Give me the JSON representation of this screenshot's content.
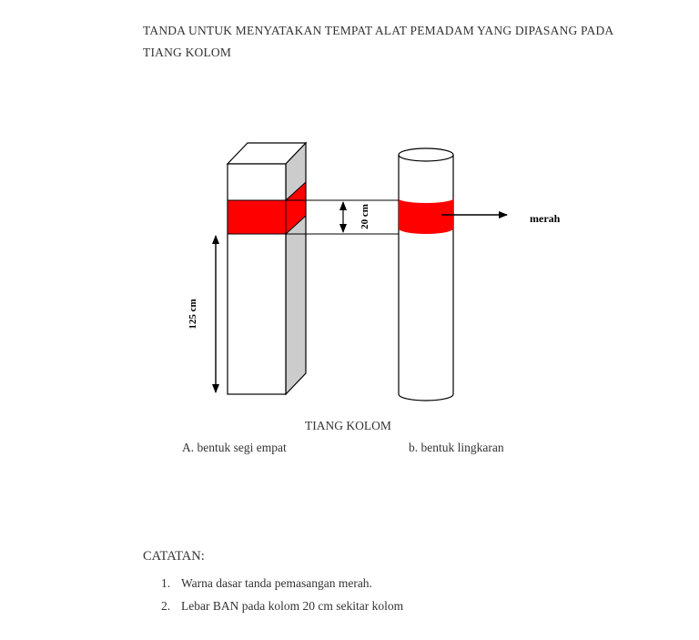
{
  "title": "TANDA UNTUK MENYATAKAN TEMPAT ALAT PEMADAM YANG DIPASANG PADA TIANG KOLOM",
  "figure": {
    "dimension_band": "20 cm",
    "dimension_height": "125 cm",
    "color_label": "merah",
    "band_color": "#ff0000",
    "side_face_color": "#cccccc"
  },
  "captions": {
    "main": "TIANG KOLOM",
    "square": "A. bentuk segi empat",
    "circle": "b. bentuk lingkaran"
  },
  "notes": {
    "title": "CATATAN:",
    "items": [
      {
        "num": "1.",
        "text": "Warna dasar tanda pemasangan merah."
      },
      {
        "num": "2.",
        "text": "Lebar BAN pada kolom 20 cm sekitar kolom"
      }
    ]
  }
}
